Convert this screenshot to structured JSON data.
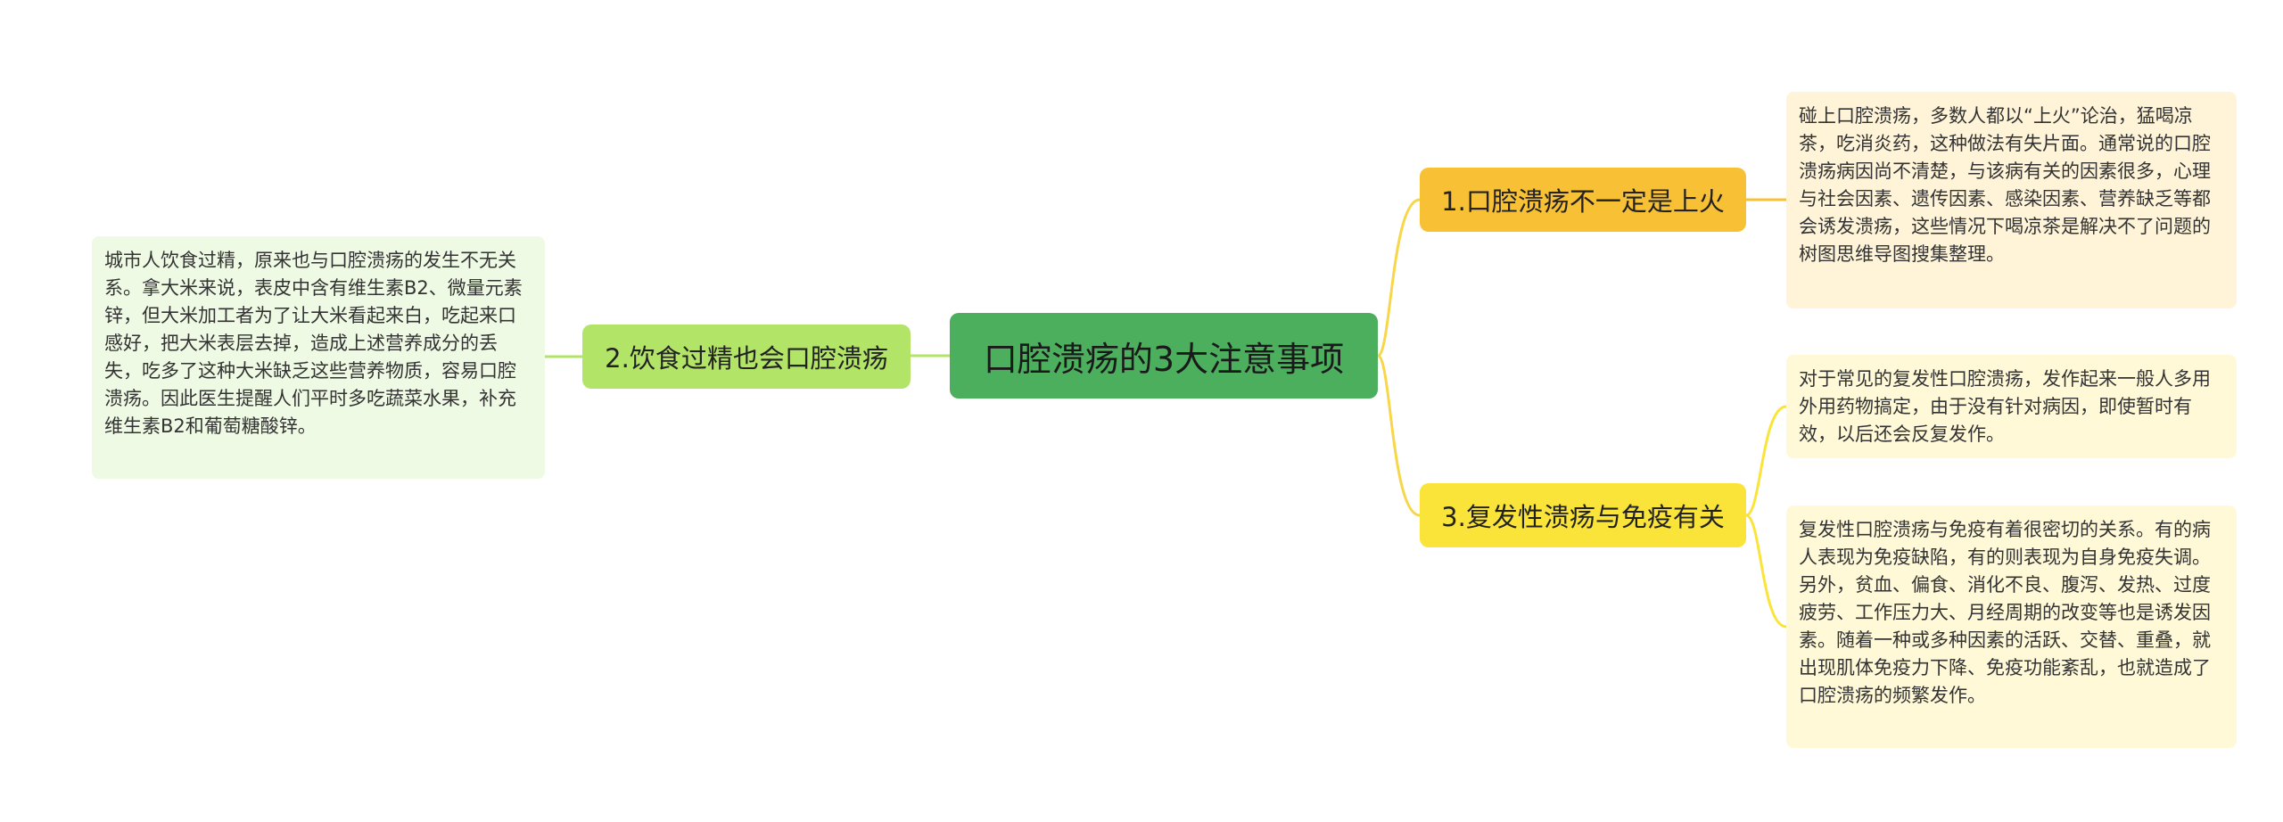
{
  "center": {
    "label": "口腔溃疡的3大注意事项"
  },
  "branches": [
    {
      "label": "1.口腔溃疡不一定是上火"
    },
    {
      "label": "2.饮食过精也会口腔溃疡"
    },
    {
      "label": "3.复发性溃疡与免疫有关"
    }
  ],
  "leaves": [
    {
      "text": "碰上口腔溃疡，多数人都以“上火”论治，猛喝凉茶，吃消炎药，这种做法有失片面。通常说的口腔溃疡病因尚不清楚，与该病有关的因素很多，心理与社会因素、遗传因素、感染因素、营养缺乏等都会诱发溃疡，这些情况下喝凉茶是解决不了问题的树图思维导图搜集整理。"
    },
    {
      "text": "城市人饮食过精，原来也与口腔溃疡的发生不无关系。拿大米来说，表皮中含有维生素B2、微量元素锌，但大米加工者为了让大米看起来白，吃起来口感好，把大米表层去掉，造成上述营养成分的丢失，吃多了这种大米缺乏这些营养物质，容易口腔溃疡。因此医生提醒人们平时多吃蔬菜水果，补充维生素B2和葡萄糖酸锌。"
    },
    {
      "text": "对于常见的复发性口腔溃疡，发作起来一般人多用外用药物搞定，由于没有针对病因，即使暂时有效，以后还会反复发作。"
    },
    {
      "text": "复发性口腔溃疡与免疫有着很密切的关系。有的病人表现为免疫缺陷，有的则表现为自身免疫失调。另外，贫血、偏食、消化不良、腹泻、发热、过度疲劳、工作压力大、月经周期的改变等也是诱发因素。随着一种或多种因素的活跃、交替、重叠，就出现肌体免疫力下降、免疫功能紊乱，也就造成了口腔溃疡的频繁发作。"
    }
  ],
  "colors": {
    "center": "#4caf5d",
    "branch1": "#f8c135",
    "branch2": "#b2e467",
    "branch3": "#fbe43a",
    "link_right": "#f7d64a",
    "link_left": "#b2e467"
  }
}
